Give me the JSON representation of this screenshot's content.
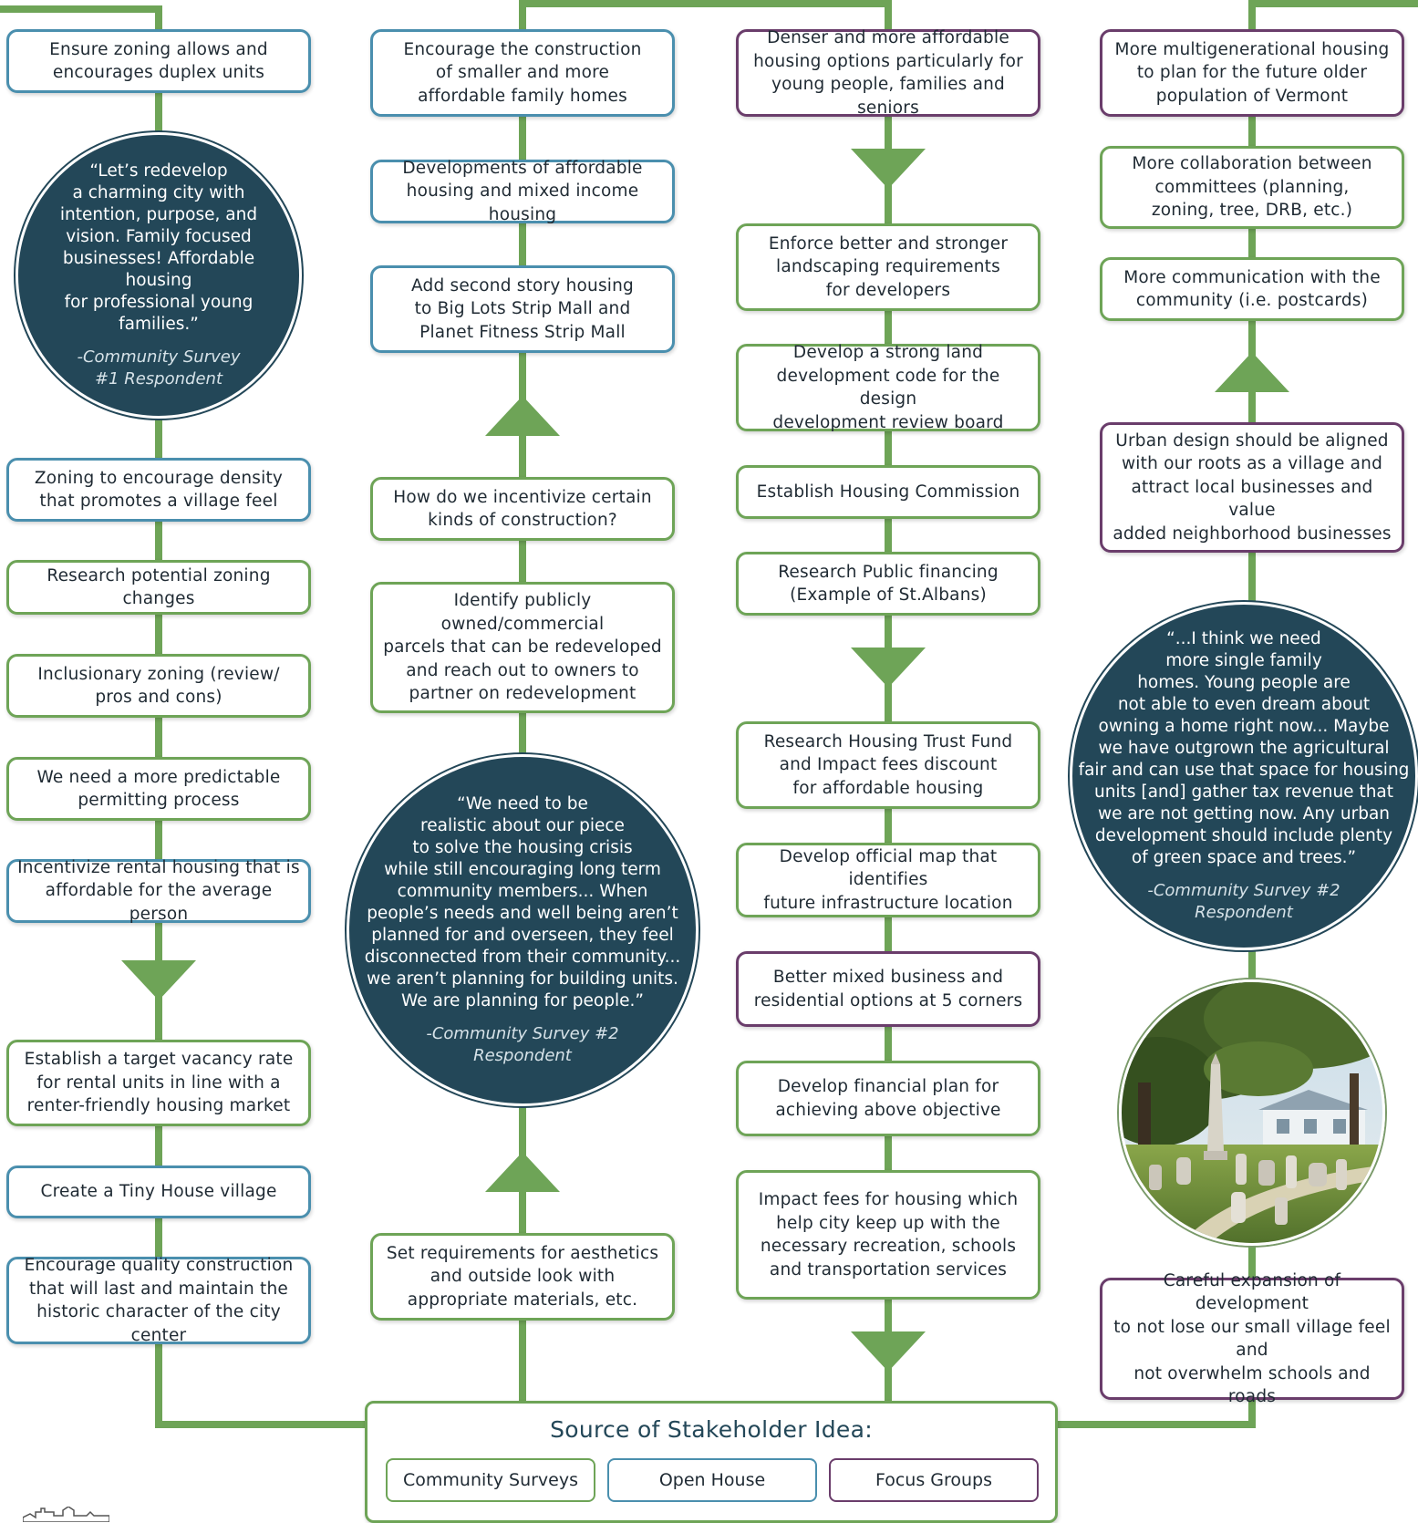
{
  "colors": {
    "community_surveys": "#6ea457",
    "open_house": "#4a8fae",
    "focus_groups": "#6a3d6b",
    "connector": "#6ea457",
    "quote_bg": "#234758"
  },
  "column1": {
    "box1": "Ensure zoning allows and\nencourages duplex units",
    "quote": {
      "text": "“Let’s redevelop\na charming city with\nintention, purpose, and\nvision. Family focused\nbusinesses! Affordable housing\nfor professional young families.”",
      "source": "-Community Survey\n#1 Respondent"
    },
    "box2": "Zoning to encourage density\nthat promotes a village feel",
    "box3": "Research potential zoning changes",
    "box4": "Inclusionary zoning (review/\npros and cons)",
    "box5": "We need a more predictable\npermitting process",
    "box6": "Incentivize rental housing that is\naffordable for the average person",
    "box7": "Establish a target vacancy rate\nfor rental units in line with a\nrenter-friendly housing market",
    "box8": "Create a Tiny House village",
    "box9": "Encourage quality construction\nthat will last and maintain the\nhistoric character of the city center"
  },
  "column2": {
    "box1": "Encourage the construction\nof smaller and more\naffordable family homes",
    "box2": "Developments of affordable\nhousing and mixed income housing",
    "box3": "Add second story housing\nto Big Lots Strip Mall and\nPlanet Fitness Strip Mall",
    "box4": "How do we incentivize certain\nkinds of construction?",
    "box5": "Identify publicly owned/commercial\nparcels that can be redeveloped\nand reach out to owners to\npartner on redevelopment",
    "quote": {
      "text": "“We need to be\nrealistic about our piece\nto solve the housing crisis\nwhile still encouraging long term\ncommunity members... When\npeople’s needs and well being aren’t\nplanned for and overseen, they feel\ndisconnected from their community...\nwe aren’t planning for building units.\nWe are planning for people.”",
      "source": "-Community Survey #2\nRespondent"
    },
    "box6": "Set requirements for aesthetics\nand outside look with\nappropriate materials, etc."
  },
  "column3": {
    "box1": "Denser and more affordable\nhousing options particularly for\nyoung people, families and seniors",
    "box2": "Enforce better and stronger\nlandscaping requirements\nfor developers",
    "box3": "Develop a strong land\ndevelopment code for the design\ndevelopment review board",
    "box4": "Establish Housing Commission",
    "box5": "Research Public financing\n(Example of St.Albans)",
    "box6": "Research Housing Trust Fund\nand Impact fees discount\nfor affordable housing",
    "box7": "Develop official map that identifies\nfuture infrastructure location",
    "box8": "Better mixed business and\nresidential options at 5 corners",
    "box9": "Develop financial plan for\nachieving above objective",
    "box10": "Impact fees for housing which\nhelp city keep up with the\nnecessary recreation, schools\nand transportation services"
  },
  "column4": {
    "box1": "More multigenerational housing\nto plan for the future older\npopulation of Vermont",
    "box2": "More collaboration between\ncommittees (planning,\nzoning, tree, DRB, etc.)",
    "box3": "More communication with the\ncommunity (i.e. postcards)",
    "box4": "Urban design should be aligned\nwith our roots as a village and\nattract local businesses and value\nadded neighborhood businesses",
    "quote": {
      "text": "“...I think we need\nmore single family\nhomes. Young people are\nnot able to even dream about\nowning a home right now... Maybe\nwe have outgrown the agricultural\nfair and can use that space for housing\nunits [and] gather tax revenue that\nwe are not getting now. Any urban\ndevelopment should include plenty\nof green space and trees.”",
      "source": "-Community Survey #2\nRespondent"
    },
    "box5": "Careful expansion of development\nto not lose our small village feel and\nnot overwhelm schools and roads"
  },
  "legend": {
    "title": "Source of Stakeholder Idea:",
    "items": [
      "Community Surveys",
      "Open House",
      "Focus Groups"
    ]
  },
  "photo_subject": "cemetery with headstones and white house under trees"
}
